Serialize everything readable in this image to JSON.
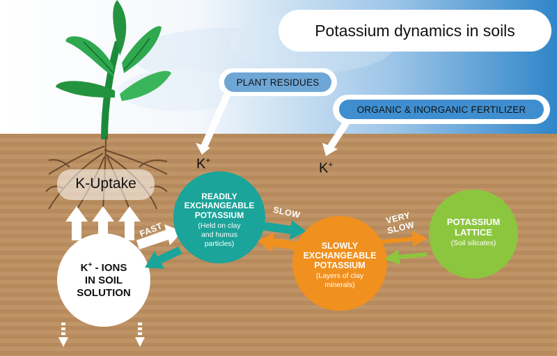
{
  "title": "Potassium dynamics in soils",
  "sources": {
    "plant_residues": "PLANT RESIDUES",
    "fertilizer": "ORGANIC & INORGANIC FERTILIZER",
    "k_ion_symbol": "K",
    "k_ion_charge": "+"
  },
  "uptake": {
    "label": "K-Uptake"
  },
  "solution": {
    "line1": "K",
    "sup": "+",
    "line1_rest": " - IONS",
    "line2": "IN SOIL",
    "line3": "SOLUTION"
  },
  "readily": {
    "line1": "READILY",
    "line2": "EXCHANGEABLE",
    "line3": "POTASSIUM",
    "sub1": "(Held on clay",
    "sub2": "and humus",
    "sub3": "particles)"
  },
  "slowly": {
    "line1": "SLOWLY",
    "line2": "EXCHANGEABLE",
    "line3": "POTASSIUM",
    "sub1": "(Layers of clay",
    "sub2": "minerals)"
  },
  "lattice": {
    "line1": "POTASSIUM",
    "line2": "LATTICE",
    "sub1": "(Soil silicates)"
  },
  "rates": {
    "fast": "FAST",
    "slow": "SLOW",
    "very": "VERY",
    "very_slow": "SLOW"
  },
  "colors": {
    "readily": "#1aa49a",
    "slowly": "#f0901e",
    "lattice": "#8cc63f",
    "soil": "#b98c5c",
    "sky_top": "#2e86c8"
  }
}
